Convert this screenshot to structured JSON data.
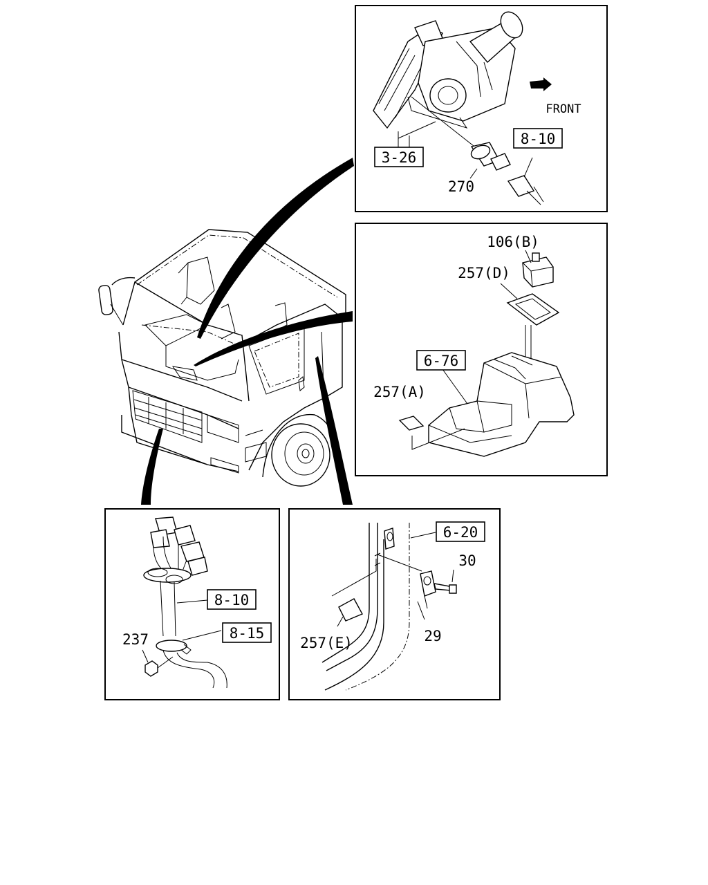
{
  "callouts": {
    "steering": {
      "ref_3_26": "3-26",
      "ref_8_10": "8-10",
      "part_270": "270",
      "front": "FRONT"
    },
    "console": {
      "part_106b": "106(B)",
      "part_257d": "257(D)",
      "ref_6_76": "6-76",
      "part_257a": "257(A)"
    },
    "harness": {
      "ref_8_10": "8-10",
      "ref_8_15": "8-15",
      "part_237": "237"
    },
    "door": {
      "ref_6_20": "6-20",
      "part_30": "30",
      "part_257e": "257(E)",
      "part_29": "29"
    }
  }
}
